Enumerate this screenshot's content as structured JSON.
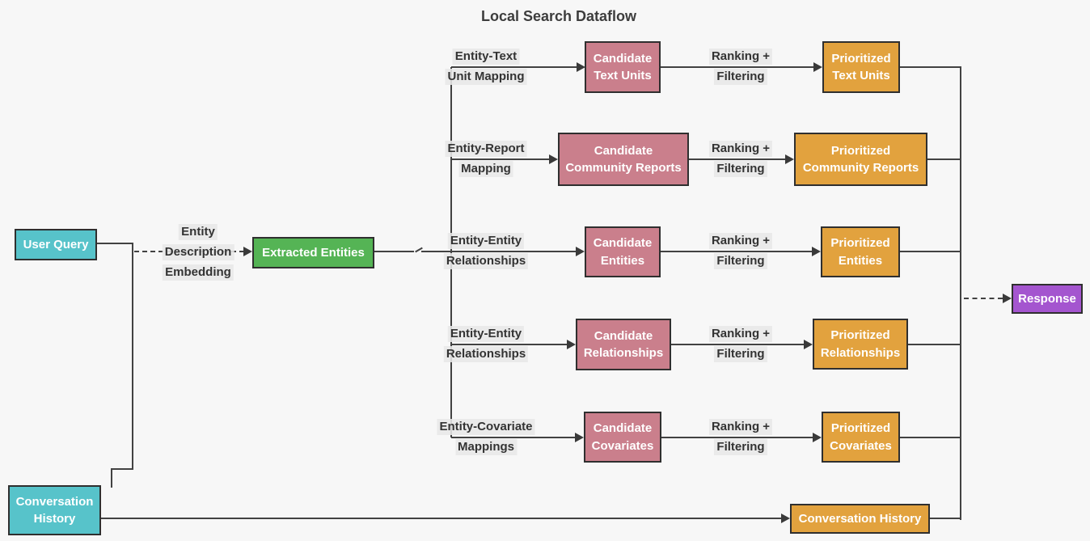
{
  "title": "Local Search Dataflow",
  "colors": {
    "teal": "#57c3ca",
    "green": "#55b455",
    "pink": "#ca7f8c",
    "orange": "#e2a23e",
    "purple": "#a455cf",
    "edge": "#424242",
    "node_border": "#2f2f2f",
    "label_text": "#333333",
    "background": "#f7f7f7"
  },
  "nodes": {
    "user_query": {
      "label": "User Query"
    },
    "conversation_history_left": {
      "lines": [
        "Conversation",
        "History"
      ]
    },
    "extracted_entities": {
      "label": "Extracted Entities"
    },
    "conversation_history_bottom": {
      "label": "Conversation History"
    },
    "response": {
      "label": "Response"
    }
  },
  "edge_labels": {
    "entity_description_embedding": {
      "lines": [
        "Entity",
        "Description",
        "Embedding"
      ]
    }
  },
  "rows": [
    {
      "mapping": [
        "Entity-Text",
        "Unit Mapping"
      ],
      "candidate": [
        "Candidate",
        "Text Units"
      ],
      "ranking": [
        "Ranking +",
        "Filtering"
      ],
      "prioritized": [
        "Prioritized",
        "Text Units"
      ]
    },
    {
      "mapping": [
        "Entity-Report",
        "Mapping"
      ],
      "candidate": [
        "Candidate",
        "Community Reports"
      ],
      "ranking": [
        "Ranking +",
        "Filtering"
      ],
      "prioritized": [
        "Prioritized",
        "Community Reports"
      ]
    },
    {
      "mapping": [
        "Entity-Entity",
        "Relationships"
      ],
      "candidate": [
        "Candidate",
        "Entities"
      ],
      "ranking": [
        "Ranking +",
        "Filtering"
      ],
      "prioritized": [
        "Prioritized",
        "Entities"
      ]
    },
    {
      "mapping": [
        "Entity-Entity",
        "Relationships"
      ],
      "candidate": [
        "Candidate",
        "Relationships"
      ],
      "ranking": [
        "Ranking +",
        "Filtering"
      ],
      "prioritized": [
        "Prioritized",
        "Relationships"
      ]
    },
    {
      "mapping": [
        "Entity-Covariate",
        "Mappings"
      ],
      "candidate": [
        "Candidate",
        "Covariates"
      ],
      "ranking": [
        "Ranking +",
        "Filtering"
      ],
      "prioritized": [
        "Prioritized",
        "Covariates"
      ]
    }
  ]
}
